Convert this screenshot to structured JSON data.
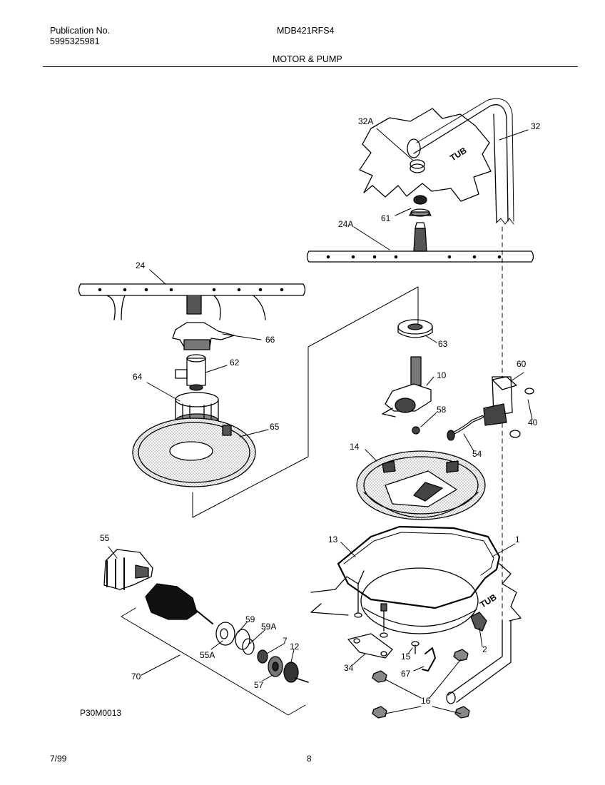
{
  "header": {
    "publication_label": "Publication No.",
    "publication_number": "5995325981",
    "model": "MDB421RFS4",
    "section_title": "MOTOR & PUMP"
  },
  "diagram": {
    "tub_label": "TUB",
    "parts": [
      {
        "id": "p32a",
        "label": "32A"
      },
      {
        "id": "p32",
        "label": "32"
      },
      {
        "id": "p61",
        "label": "61"
      },
      {
        "id": "p24a",
        "label": "24A"
      },
      {
        "id": "p24",
        "label": "24"
      },
      {
        "id": "p66",
        "label": "66"
      },
      {
        "id": "p63",
        "label": "63"
      },
      {
        "id": "p62",
        "label": "62"
      },
      {
        "id": "p10",
        "label": "10"
      },
      {
        "id": "p64",
        "label": "64"
      },
      {
        "id": "p60",
        "label": "60"
      },
      {
        "id": "p58",
        "label": "58"
      },
      {
        "id": "p40",
        "label": "40"
      },
      {
        "id": "p65",
        "label": "65"
      },
      {
        "id": "p14",
        "label": "14"
      },
      {
        "id": "p54",
        "label": "54"
      },
      {
        "id": "p55",
        "label": "55"
      },
      {
        "id": "p13",
        "label": "13"
      },
      {
        "id": "p1",
        "label": "1"
      },
      {
        "id": "p59",
        "label": "59"
      },
      {
        "id": "p59a",
        "label": "59A"
      },
      {
        "id": "p7",
        "label": "7"
      },
      {
        "id": "p12",
        "label": "12"
      },
      {
        "id": "p55a",
        "label": "55A"
      },
      {
        "id": "p2",
        "label": "2"
      },
      {
        "id": "p15",
        "label": "15"
      },
      {
        "id": "p34",
        "label": "34"
      },
      {
        "id": "p57",
        "label": "57"
      },
      {
        "id": "p67",
        "label": "67"
      },
      {
        "id": "p70",
        "label": "70"
      },
      {
        "id": "p16",
        "label": "16"
      }
    ]
  },
  "footer": {
    "drawing_code": "P30M0013",
    "date": "7/99",
    "page_number": "8"
  }
}
